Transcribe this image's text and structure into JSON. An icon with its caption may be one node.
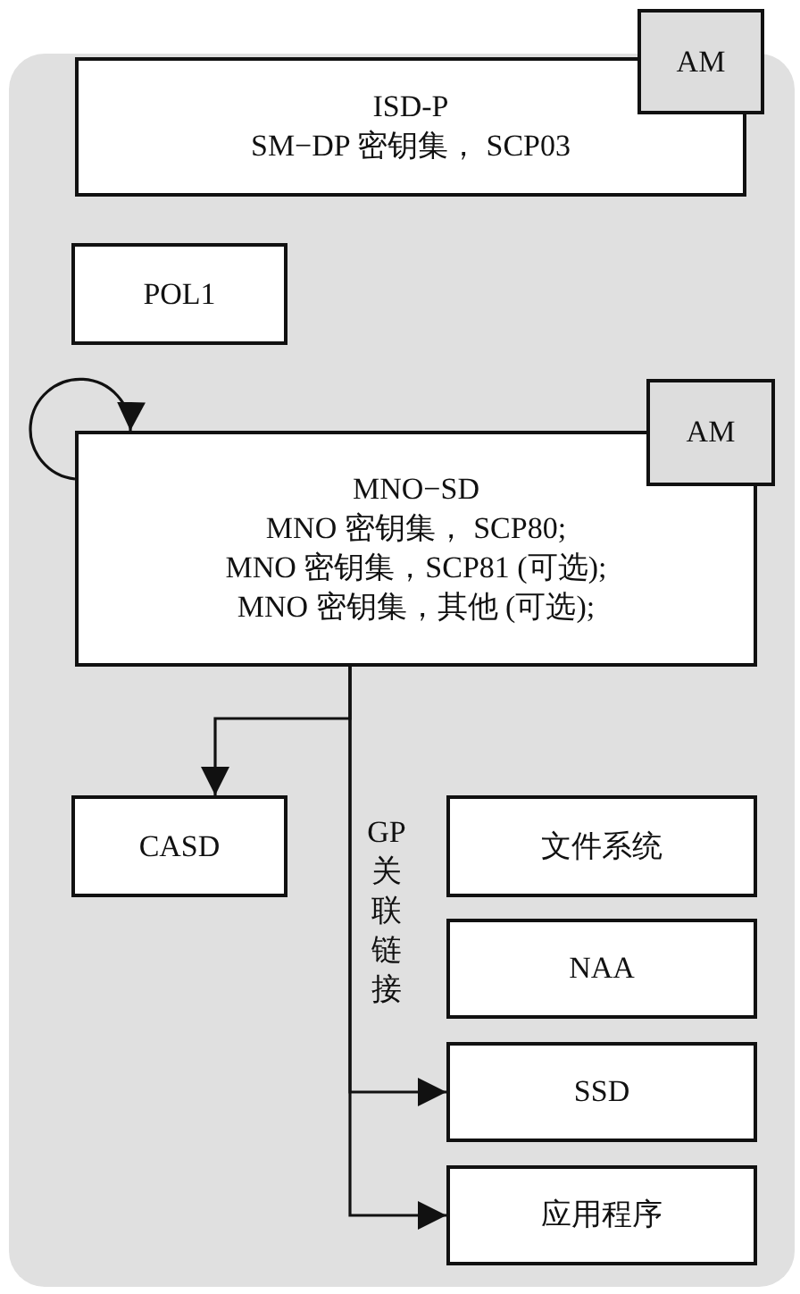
{
  "diagram": {
    "nodes": [
      {
        "text": [],
        "shape": "box"
      },
      {
        "text": [
          "ISD-P",
          "SM−DP 密钥集， SCP03"
        ],
        "in": 0
      },
      {
        "text": [
          "AM"
        ]
      },
      {
        "text": [
          "POL1"
        ],
        "in": 0
      },
      {
        "text": [
          "MNO−SD",
          "MNO 密钥集， SCP80;",
          "MNO 密钥集，SCP81 (可选);",
          "MNO 密钥集，其他 (可选);"
        ],
        "in": 0
      },
      {
        "text": [
          "AM"
        ],
        "in": 0
      },
      {
        "text": [
          "CASD"
        ],
        "in": 0
      },
      {
        "text": [
          "文件系统"
        ],
        "in": 0
      },
      {
        "text": [
          "NAA"
        ],
        "in": 0
      },
      {
        "text": [
          "SSD"
        ],
        "in": 0
      },
      {
        "text": [
          "应用程序"
        ],
        "in": 0
      }
    ],
    "edges": [
      {
        "from": 4,
        "to": 4,
        "arrow": "to"
      },
      {
        "from": 4,
        "to": 6,
        "arrow": "to"
      },
      {
        "from": 4,
        "to": 9,
        "arrow": "to"
      },
      {
        "from": 4,
        "to": 10,
        "arrow": "to"
      }
    ],
    "labels": [
      "GP关联链接"
    ]
  }
}
